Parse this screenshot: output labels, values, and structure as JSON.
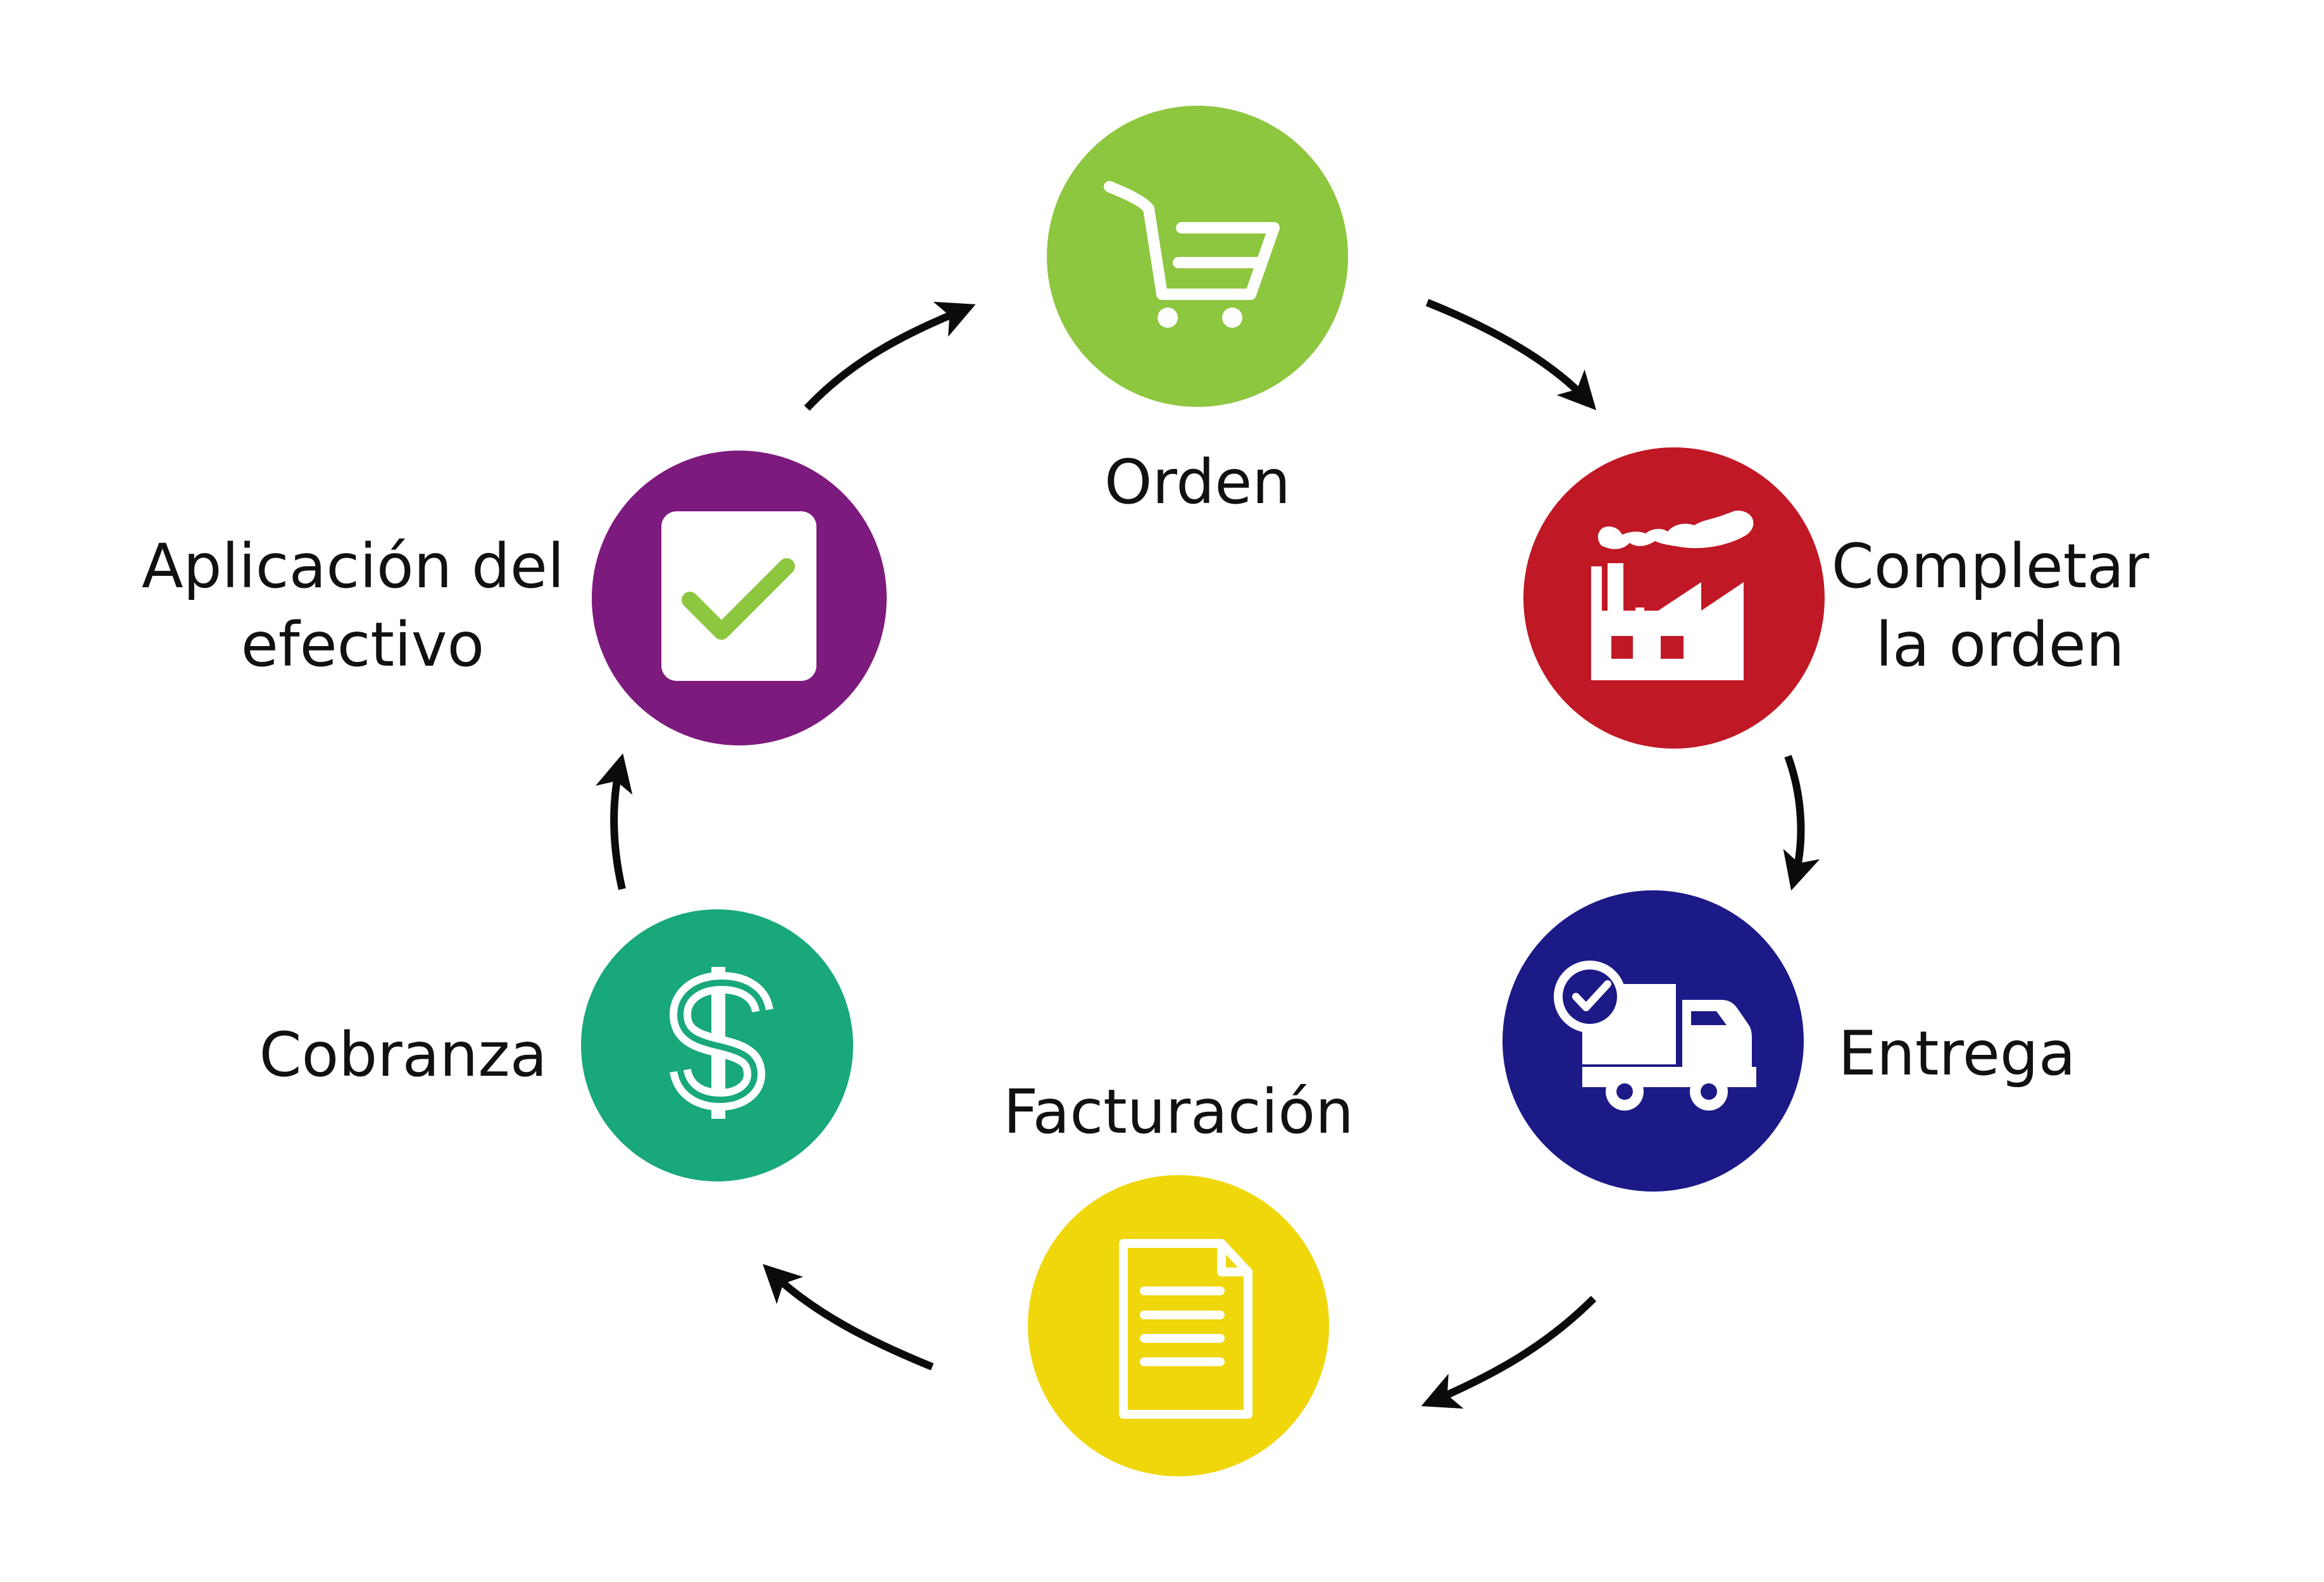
{
  "steps": [
    {
      "id": "orden",
      "label_lines": [
        "Orden"
      ],
      "color": "#8DC63F",
      "icon": "shopping-cart-icon"
    },
    {
      "id": "completar",
      "label_lines": [
        "Completar",
        "la orden"
      ],
      "color": "#C01825",
      "icon": "factory-icon"
    },
    {
      "id": "entrega",
      "label_lines": [
        "Entrega"
      ],
      "color": "#1C1A87",
      "icon": "delivery-truck-icon"
    },
    {
      "id": "facturacion",
      "label_lines": [
        "Facturación"
      ],
      "color": "#EFD70B",
      "icon": "invoice-document-icon"
    },
    {
      "id": "cobranza",
      "label_lines": [
        "Cobranza"
      ],
      "color": "#18A87C",
      "icon": "dollar-sign-icon"
    },
    {
      "id": "aplicacion",
      "label_lines": [
        "Aplicación del",
        "efectivo"
      ],
      "color": "#7D1A7D",
      "icon": "checkbox-check-icon"
    }
  ],
  "colors": {
    "arrow": "#0b0b0b",
    "check_accent": "#8DC63F",
    "text": "#111111"
  },
  "flow": "clockwise"
}
